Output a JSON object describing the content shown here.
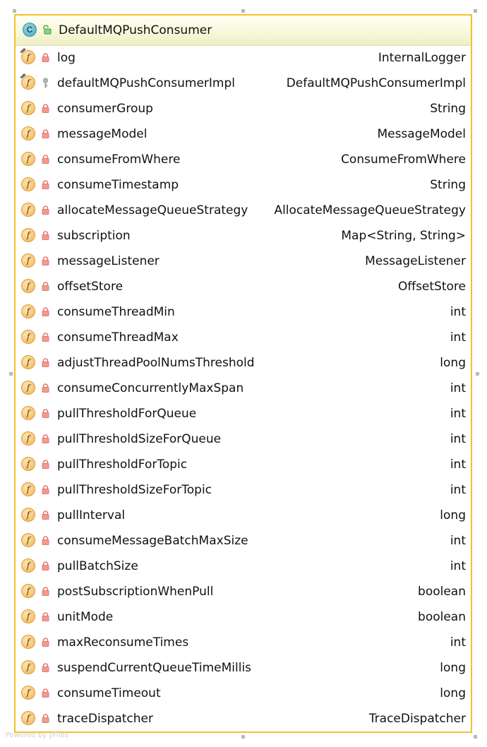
{
  "class": {
    "name": "DefaultMQPushConsumer",
    "icon": "class-icon",
    "icon_letter": "C",
    "visibility_icon": "public-unlock-icon"
  },
  "fields": [
    {
      "name": "log",
      "type": "InternalLogger",
      "visibility": "private",
      "static": true
    },
    {
      "name": "defaultMQPushConsumerImpl",
      "type": "DefaultMQPushConsumerImpl",
      "visibility": "protected",
      "static": true
    },
    {
      "name": "consumerGroup",
      "type": "String",
      "visibility": "private",
      "static": false
    },
    {
      "name": "messageModel",
      "type": "MessageModel",
      "visibility": "private",
      "static": false
    },
    {
      "name": "consumeFromWhere",
      "type": "ConsumeFromWhere",
      "visibility": "private",
      "static": false
    },
    {
      "name": "consumeTimestamp",
      "type": "String",
      "visibility": "private",
      "static": false
    },
    {
      "name": "allocateMessageQueueStrategy",
      "type": "AllocateMessageQueueStrategy",
      "visibility": "private",
      "static": false
    },
    {
      "name": "subscription",
      "type": "Map<String, String>",
      "visibility": "private",
      "static": false
    },
    {
      "name": "messageListener",
      "type": "MessageListener",
      "visibility": "private",
      "static": false
    },
    {
      "name": "offsetStore",
      "type": "OffsetStore",
      "visibility": "private",
      "static": false
    },
    {
      "name": "consumeThreadMin",
      "type": "int",
      "visibility": "private",
      "static": false
    },
    {
      "name": "consumeThreadMax",
      "type": "int",
      "visibility": "private",
      "static": false
    },
    {
      "name": "adjustThreadPoolNumsThreshold",
      "type": "long",
      "visibility": "private",
      "static": false
    },
    {
      "name": "consumeConcurrentlyMaxSpan",
      "type": "int",
      "visibility": "private",
      "static": false
    },
    {
      "name": "pullThresholdForQueue",
      "type": "int",
      "visibility": "private",
      "static": false
    },
    {
      "name": "pullThresholdSizeForQueue",
      "type": "int",
      "visibility": "private",
      "static": false
    },
    {
      "name": "pullThresholdForTopic",
      "type": "int",
      "visibility": "private",
      "static": false
    },
    {
      "name": "pullThresholdSizeForTopic",
      "type": "int",
      "visibility": "private",
      "static": false
    },
    {
      "name": "pullInterval",
      "type": "long",
      "visibility": "private",
      "static": false
    },
    {
      "name": "consumeMessageBatchMaxSize",
      "type": "int",
      "visibility": "private",
      "static": false
    },
    {
      "name": "pullBatchSize",
      "type": "int",
      "visibility": "private",
      "static": false
    },
    {
      "name": "postSubscriptionWhenPull",
      "type": "boolean",
      "visibility": "private",
      "static": false
    },
    {
      "name": "unitMode",
      "type": "boolean",
      "visibility": "private",
      "static": false
    },
    {
      "name": "maxReconsumeTimes",
      "type": "int",
      "visibility": "private",
      "static": false
    },
    {
      "name": "suspendCurrentQueueTimeMillis",
      "type": "long",
      "visibility": "private",
      "static": false
    },
    {
      "name": "consumeTimeout",
      "type": "long",
      "visibility": "private",
      "static": false
    },
    {
      "name": "traceDispatcher",
      "type": "TraceDispatcher",
      "visibility": "private",
      "static": false
    }
  ],
  "field_icon_letter": "f",
  "footer": "Powered by yFiles",
  "colors": {
    "border": "#f2c12e",
    "field_icon": "#f6c673",
    "class_icon": "#5cb7cc",
    "lock": "#e67a6d"
  }
}
